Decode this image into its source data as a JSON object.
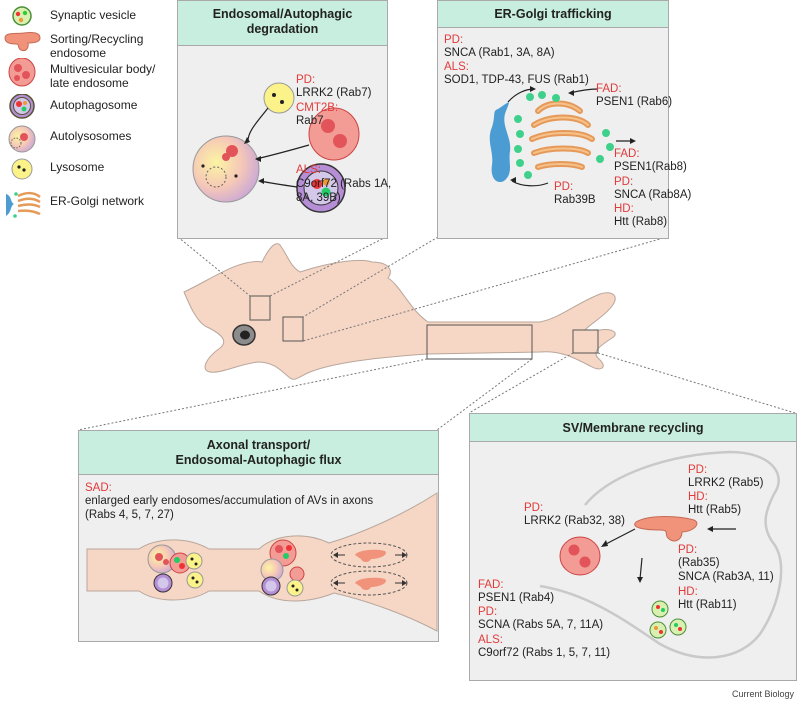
{
  "legend": [
    {
      "icon": "synaptic-vesicle-icon",
      "label": "Synaptic vesicle"
    },
    {
      "icon": "sorting-endosome-icon",
      "label": "Sorting/Recycling\nendosome"
    },
    {
      "icon": "multivesicular-body-icon",
      "label": "Multivesicular body/\nlate endosome"
    },
    {
      "icon": "autophagosome-icon",
      "label": "Autophagosome"
    },
    {
      "icon": "autolysosome-icon",
      "label": "Autolysosomes"
    },
    {
      "icon": "lysosome-icon",
      "label": "Lysosome"
    },
    {
      "icon": "er-golgi-icon",
      "label": "ER-Golgi network"
    }
  ],
  "panels": {
    "degradation": {
      "title": "Endosomal/Autophagic\ndegradation",
      "pd": "PD:",
      "pd_text": "LRRK2 (Rab7)",
      "cmt": "CMT2B:",
      "cmt_text": "Rab7",
      "als": "ALS:",
      "als_text": "C9orf72 (Rabs 1A,\n8A, 39B)"
    },
    "er_golgi": {
      "title": "ER-Golgi trafficking",
      "pd1": "PD:",
      "pd1_text": "SNCA (Rab1, 3A, 8A)",
      "als": "ALS:",
      "als_text": "SOD1, TDP-43, FUS (Rab1)",
      "fad1": "FAD:",
      "fad1_text": "PSEN1 (Rab6)",
      "fad2": "FAD:",
      "fad2_text": "PSEN1(Rab8)",
      "pd2": "PD:",
      "pd2_text": "SNCA (Rab8A)",
      "hd": "HD:",
      "hd_text": "Htt (Rab8)",
      "pd3": "PD:",
      "pd3_text": "Rab39B"
    },
    "axonal": {
      "title": "Axonal transport/\nEndosomal-Autophagic flux",
      "sad": "SAD:",
      "sad_text": "enlarged early endosomes/accumulation of AVs in axons\n(Rabs 4, 5, 7, 27)"
    },
    "sv": {
      "title": "SV/Membrane recycling",
      "pd1": "PD:",
      "pd1_text": "LRRK2 (Rab5)",
      "hd1": "HD:",
      "hd1_text": "Htt (Rab5)",
      "pd2": "PD:",
      "pd2_text": "LRRK2 (Rab32, 38)",
      "pd3": "PD:",
      "pd3_text": "(Rab35)\nSNCA (Rab3A, 11)",
      "hd2": "HD:",
      "hd2_text": "Htt (Rab11)",
      "fad": "FAD:",
      "fad_text": "PSEN1 (Rab4)",
      "pd4": "PD:",
      "pd4_text": "SCNA (Rabs 5A, 7, 11A)",
      "als": "ALS:",
      "als_text": "C9orf72 (Rabs 1, 5, 7, 11)"
    }
  },
  "credit": "Current Biology",
  "colors": {
    "header": "#c7eedf",
    "panel": "#efefef",
    "disease": "#e23a3a",
    "neuron": "#f6d6c4",
    "green": "#3fd18b",
    "endosome": "#f0937a"
  }
}
